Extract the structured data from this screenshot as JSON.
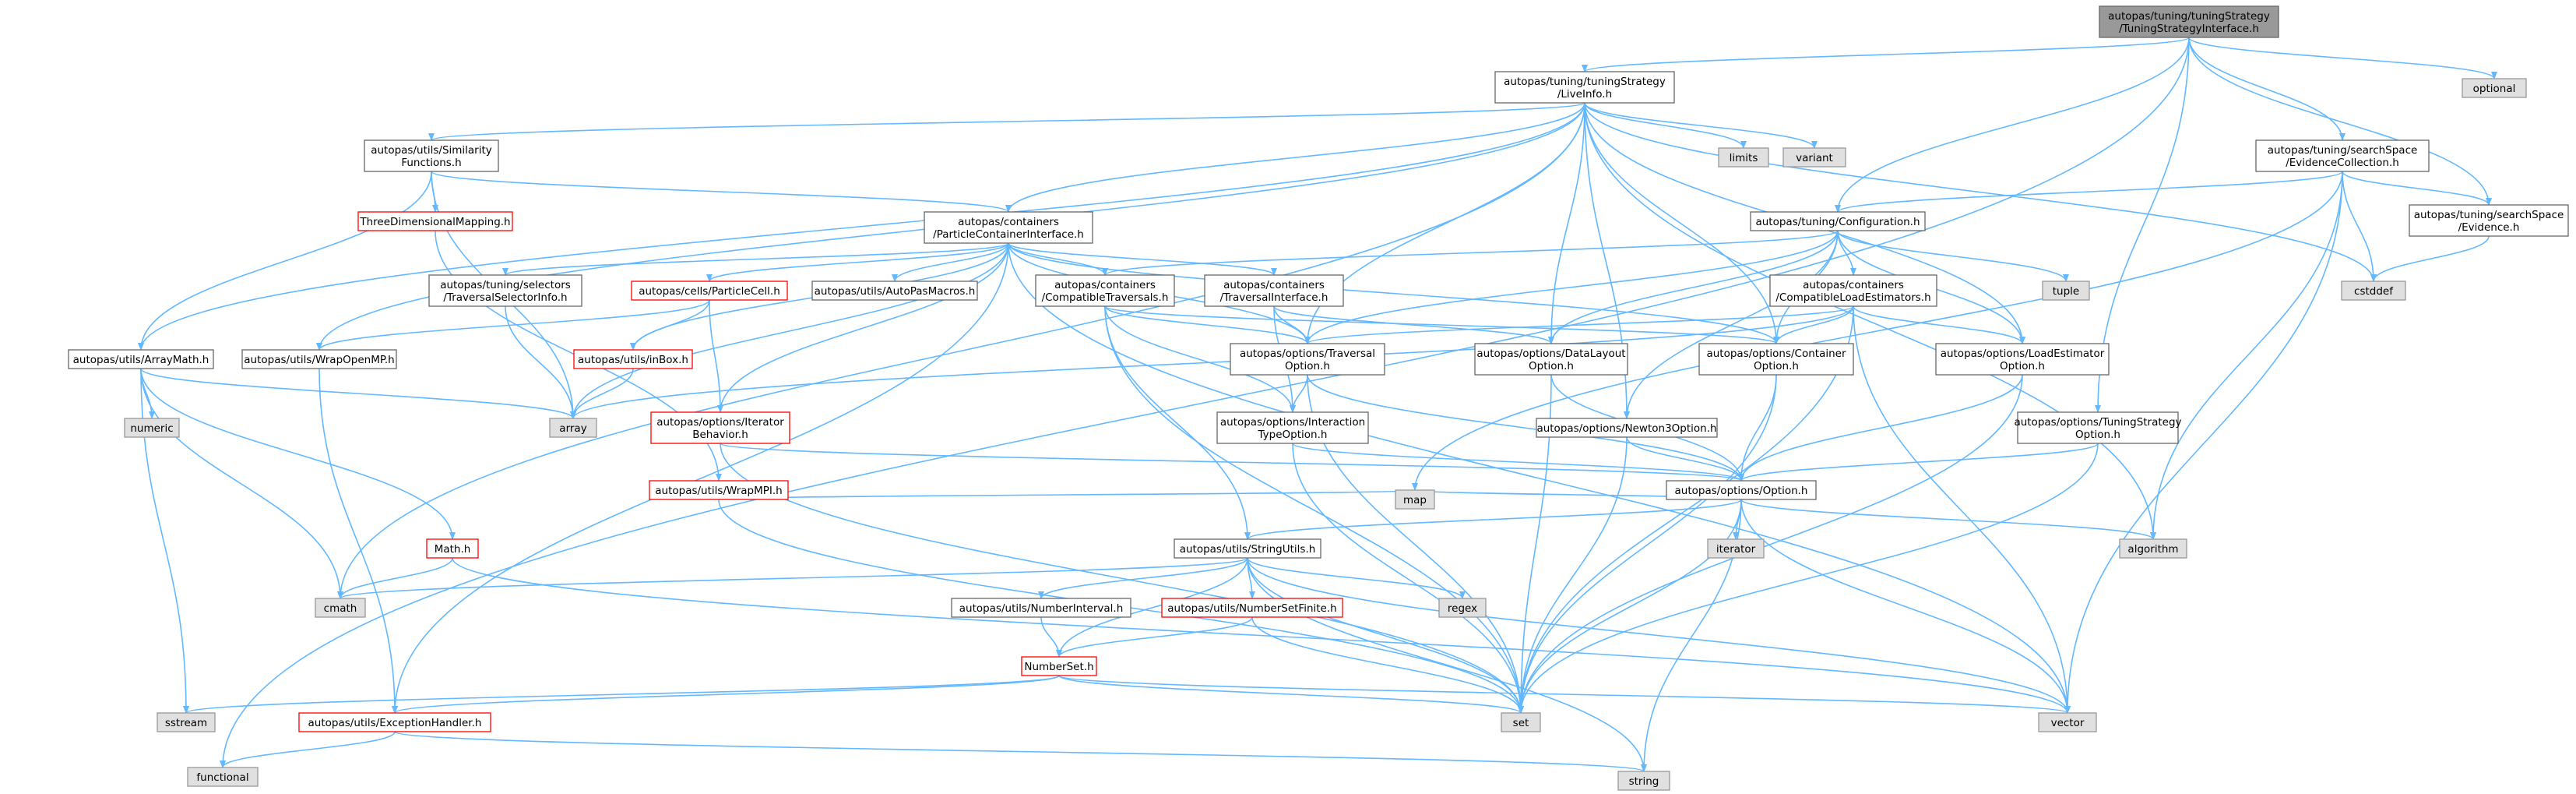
{
  "colors": {
    "root_fill": "#999999",
    "node_fill": "#ffffff",
    "node_border": "#666666",
    "red_border": "#ff0000",
    "sys_fill": "#e0e0e0",
    "sys_border": "#999999",
    "edge": "#63b8ff",
    "edge_red": "#ff8080",
    "text": "#000000"
  },
  "nodes": [
    {
      "id": "root",
      "label": [
        "autopas/tuning/tuningStrategy",
        "/TuningStrategyInterface.h"
      ],
      "kind": "root"
    },
    {
      "id": "liveinfo",
      "label": [
        "autopas/tuning/tuningStrategy",
        "/LiveInfo.h"
      ],
      "kind": "normal"
    },
    {
      "id": "optional",
      "label": [
        "optional"
      ],
      "kind": "sys"
    },
    {
      "id": "evidencecoll",
      "label": [
        "autopas/tuning/searchSpace",
        "/EvidenceCollection.h"
      ],
      "kind": "normal"
    },
    {
      "id": "similarity",
      "label": [
        "autopas/utils/Similarity",
        "Functions.h"
      ],
      "kind": "normal"
    },
    {
      "id": "limits",
      "label": [
        "limits"
      ],
      "kind": "sys"
    },
    {
      "id": "variant",
      "label": [
        "variant"
      ],
      "kind": "sys"
    },
    {
      "id": "configuration",
      "label": [
        "autopas/tuning/Configuration.h"
      ],
      "kind": "normal"
    },
    {
      "id": "evidence",
      "label": [
        "autopas/tuning/searchSpace",
        "/Evidence.h"
      ],
      "kind": "normal"
    },
    {
      "id": "threedim",
      "label": [
        "ThreeDimensionalMapping.h"
      ],
      "kind": "red"
    },
    {
      "id": "particlecontainer",
      "label": [
        "autopas/containers",
        "/ParticleContainerInterface.h"
      ],
      "kind": "normal"
    },
    {
      "id": "cstddef",
      "label": [
        "cstddef"
      ],
      "kind": "sys"
    },
    {
      "id": "tuple",
      "label": [
        "tuple"
      ],
      "kind": "sys"
    },
    {
      "id": "traversalselector",
      "label": [
        "autopas/tuning/selectors",
        "/TraversalSelectorInfo.h"
      ],
      "kind": "normal"
    },
    {
      "id": "particlecell",
      "label": [
        "autopas/cells/ParticleCell.h"
      ],
      "kind": "red"
    },
    {
      "id": "autopasmacros",
      "label": [
        "autopas/utils/AutoPasMacros.h"
      ],
      "kind": "normal"
    },
    {
      "id": "compattrav",
      "label": [
        "autopas/containers",
        "/CompatibleTraversals.h"
      ],
      "kind": "normal"
    },
    {
      "id": "travinterface",
      "label": [
        "autopas/containers",
        "/TraversalInterface.h"
      ],
      "kind": "normal"
    },
    {
      "id": "compatload",
      "label": [
        "autopas/containers",
        "/CompatibleLoadEstimators.h"
      ],
      "kind": "normal"
    },
    {
      "id": "arraymath",
      "label": [
        "autopas/utils/ArrayMath.h"
      ],
      "kind": "normal"
    },
    {
      "id": "wrapopenmp",
      "label": [
        "autopas/utils/WrapOpenMP.h"
      ],
      "kind": "normal"
    },
    {
      "id": "inbox",
      "label": [
        "autopas/utils/inBox.h"
      ],
      "kind": "red"
    },
    {
      "id": "traversaloption",
      "label": [
        "autopas/options/Traversal",
        "Option.h"
      ],
      "kind": "normal"
    },
    {
      "id": "datalayout",
      "label": [
        "autopas/options/DataLayout",
        "Option.h"
      ],
      "kind": "normal"
    },
    {
      "id": "containeroption",
      "label": [
        "autopas/options/Container",
        "Option.h"
      ],
      "kind": "normal"
    },
    {
      "id": "loadestimator",
      "label": [
        "autopas/options/LoadEstimator",
        "Option.h"
      ],
      "kind": "normal"
    },
    {
      "id": "numeric",
      "label": [
        "numeric"
      ],
      "kind": "sys"
    },
    {
      "id": "array",
      "label": [
        "array"
      ],
      "kind": "sys"
    },
    {
      "id": "iteratorbehavior",
      "label": [
        "autopas/options/Iterator",
        "Behavior.h"
      ],
      "kind": "red"
    },
    {
      "id": "interactiontype",
      "label": [
        "autopas/options/Interaction",
        "TypeOption.h"
      ],
      "kind": "normal"
    },
    {
      "id": "newton3",
      "label": [
        "autopas/options/Newton3Option.h"
      ],
      "kind": "normal"
    },
    {
      "id": "tuningstrategyopt",
      "label": [
        "autopas/options/TuningStrategy",
        "Option.h"
      ],
      "kind": "normal"
    },
    {
      "id": "wrapmpi",
      "label": [
        "autopas/utils/WrapMPI.h"
      ],
      "kind": "red"
    },
    {
      "id": "option",
      "label": [
        "autopas/options/Option.h"
      ],
      "kind": "normal"
    },
    {
      "id": "mathh",
      "label": [
        "Math.h"
      ],
      "kind": "red"
    },
    {
      "id": "map",
      "label": [
        "map"
      ],
      "kind": "sys"
    },
    {
      "id": "stringutils",
      "label": [
        "autopas/utils/StringUtils.h"
      ],
      "kind": "normal"
    },
    {
      "id": "iterator",
      "label": [
        "iterator"
      ],
      "kind": "sys"
    },
    {
      "id": "algorithm",
      "label": [
        "algorithm"
      ],
      "kind": "sys"
    },
    {
      "id": "cmath",
      "label": [
        "cmath"
      ],
      "kind": "sys"
    },
    {
      "id": "numberinterval",
      "label": [
        "autopas/utils/NumberInterval.h"
      ],
      "kind": "normal"
    },
    {
      "id": "numbersetfinite",
      "label": [
        "autopas/utils/NumberSetFinite.h"
      ],
      "kind": "red"
    },
    {
      "id": "regex",
      "label": [
        "regex"
      ],
      "kind": "sys"
    },
    {
      "id": "numberset",
      "label": [
        "NumberSet.h"
      ],
      "kind": "red"
    },
    {
      "id": "sstream",
      "label": [
        "sstream"
      ],
      "kind": "sys"
    },
    {
      "id": "set",
      "label": [
        "set"
      ],
      "kind": "sys"
    },
    {
      "id": "vector",
      "label": [
        "vector"
      ],
      "kind": "sys"
    },
    {
      "id": "exceptionhandler",
      "label": [
        "autopas/utils/ExceptionHandler.h"
      ],
      "kind": "red"
    },
    {
      "id": "functional",
      "label": [
        "functional"
      ],
      "kind": "sys"
    },
    {
      "id": "string",
      "label": [
        "string"
      ],
      "kind": "sys"
    }
  ],
  "edges": [
    [
      "root",
      "liveinfo"
    ],
    [
      "root",
      "optional"
    ],
    [
      "root",
      "evidencecoll"
    ],
    [
      "root",
      "configuration"
    ],
    [
      "root",
      "evidence"
    ],
    [
      "root",
      "tuningstrategyopt"
    ],
    [
      "root",
      "functional"
    ],
    [
      "liveinfo",
      "similarity"
    ],
    [
      "liveinfo",
      "particlecontainer"
    ],
    [
      "liveinfo",
      "limits"
    ],
    [
      "liveinfo",
      "variant"
    ],
    [
      "liveinfo",
      "cstddef"
    ],
    [
      "liveinfo",
      "arraymath"
    ],
    [
      "liveinfo",
      "wrapopenmp"
    ],
    [
      "liveinfo",
      "traversaloption"
    ],
    [
      "liveinfo",
      "datalayout"
    ],
    [
      "liveinfo",
      "containeroption"
    ],
    [
      "liveinfo",
      "loadestimator"
    ],
    [
      "liveinfo",
      "newton3"
    ],
    [
      "liveinfo",
      "cmath"
    ],
    [
      "liveinfo",
      "algorithm"
    ],
    [
      "evidencecoll",
      "configuration"
    ],
    [
      "evidencecoll",
      "evidence"
    ],
    [
      "evidencecoll",
      "cstddef"
    ],
    [
      "evidencecoll",
      "algorithm"
    ],
    [
      "evidencecoll",
      "vector"
    ],
    [
      "evidencecoll",
      "map"
    ],
    [
      "evidence",
      "cstddef"
    ],
    [
      "similarity",
      "threedim"
    ],
    [
      "similarity",
      "particlecontainer"
    ],
    [
      "similarity",
      "arraymath"
    ],
    [
      "similarity",
      "array"
    ],
    [
      "configuration",
      "tuple"
    ],
    [
      "configuration",
      "compattrav"
    ],
    [
      "configuration",
      "compatload"
    ],
    [
      "configuration",
      "traversaloption"
    ],
    [
      "configuration",
      "datalayout"
    ],
    [
      "configuration",
      "containeroption"
    ],
    [
      "configuration",
      "loadestimator"
    ],
    [
      "configuration",
      "newton3"
    ],
    [
      "threedim",
      "wrapmpi"
    ],
    [
      "particlecontainer",
      "traversalselector"
    ],
    [
      "particlecontainer",
      "particlecell"
    ],
    [
      "particlecontainer",
      "autopasmacros"
    ],
    [
      "particlecontainer",
      "compattrav"
    ],
    [
      "particlecontainer",
      "travinterface"
    ],
    [
      "particlecontainer",
      "inbox"
    ],
    [
      "particlecontainer",
      "iteratorbehavior"
    ],
    [
      "particlecontainer",
      "array"
    ],
    [
      "particlecontainer",
      "traversaloption"
    ],
    [
      "particlecontainer",
      "containeroption"
    ],
    [
      "particlecontainer",
      "exceptionhandler"
    ],
    [
      "particlecontainer",
      "vector"
    ],
    [
      "traversalselector",
      "array"
    ],
    [
      "particlecell",
      "inbox"
    ],
    [
      "particlecell",
      "iteratorbehavior"
    ],
    [
      "particlecell",
      "wrapopenmp"
    ],
    [
      "compattrav",
      "traversaloption"
    ],
    [
      "compattrav",
      "containeroption"
    ],
    [
      "compattrav",
      "interactiontype"
    ],
    [
      "compattrav",
      "stringutils"
    ],
    [
      "compattrav",
      "set"
    ],
    [
      "travinterface",
      "traversaloption"
    ],
    [
      "travinterface",
      "datalayout"
    ],
    [
      "travinterface",
      "interactiontype"
    ],
    [
      "compatload",
      "traversaloption"
    ],
    [
      "compatload",
      "containeroption"
    ],
    [
      "compatload",
      "loadestimator"
    ],
    [
      "compatload",
      "set"
    ],
    [
      "compatload",
      "vector"
    ],
    [
      "compatload",
      "array"
    ],
    [
      "arraymath",
      "numeric"
    ],
    [
      "arraymath",
      "array"
    ],
    [
      "arraymath",
      "mathh"
    ],
    [
      "arraymath",
      "cmath"
    ],
    [
      "arraymath",
      "sstream"
    ],
    [
      "wrapopenmp",
      "exceptionhandler"
    ],
    [
      "inbox",
      "array"
    ],
    [
      "traversaloption",
      "interactiontype"
    ],
    [
      "traversaloption",
      "option"
    ],
    [
      "traversaloption",
      "set"
    ],
    [
      "datalayout",
      "option"
    ],
    [
      "datalayout",
      "set"
    ],
    [
      "containeroption",
      "option"
    ],
    [
      "containeroption",
      "set"
    ],
    [
      "loadestimator",
      "option"
    ],
    [
      "loadestimator",
      "set"
    ],
    [
      "iteratorbehavior",
      "option"
    ],
    [
      "iteratorbehavior",
      "set"
    ],
    [
      "interactiontype",
      "option"
    ],
    [
      "interactiontype",
      "set"
    ],
    [
      "newton3",
      "option"
    ],
    [
      "newton3",
      "set"
    ],
    [
      "tuningstrategyopt",
      "option"
    ],
    [
      "tuningstrategyopt",
      "set"
    ],
    [
      "wrapmpi",
      "map"
    ],
    [
      "wrapmpi",
      "set"
    ],
    [
      "option",
      "stringutils"
    ],
    [
      "option",
      "map"
    ],
    [
      "option",
      "iterator"
    ],
    [
      "option",
      "algorithm"
    ],
    [
      "option",
      "set"
    ],
    [
      "option",
      "vector"
    ],
    [
      "option",
      "string"
    ],
    [
      "mathh",
      "cmath"
    ],
    [
      "mathh",
      "vector"
    ],
    [
      "stringutils",
      "cmath"
    ],
    [
      "stringutils",
      "numberinterval"
    ],
    [
      "stringutils",
      "numbersetfinite"
    ],
    [
      "stringutils",
      "regex"
    ],
    [
      "stringutils",
      "numberset"
    ],
    [
      "stringutils",
      "set"
    ],
    [
      "stringutils",
      "vector"
    ],
    [
      "stringutils",
      "string"
    ],
    [
      "numberinterval",
      "numberset"
    ],
    [
      "numbersetfinite",
      "numberset"
    ],
    [
      "numbersetfinite",
      "set"
    ],
    [
      "numberset",
      "sstream"
    ],
    [
      "numberset",
      "set"
    ],
    [
      "numberset",
      "vector"
    ],
    [
      "numberset",
      "exceptionhandler"
    ],
    [
      "exceptionhandler",
      "functional"
    ],
    [
      "exceptionhandler",
      "string"
    ]
  ]
}
